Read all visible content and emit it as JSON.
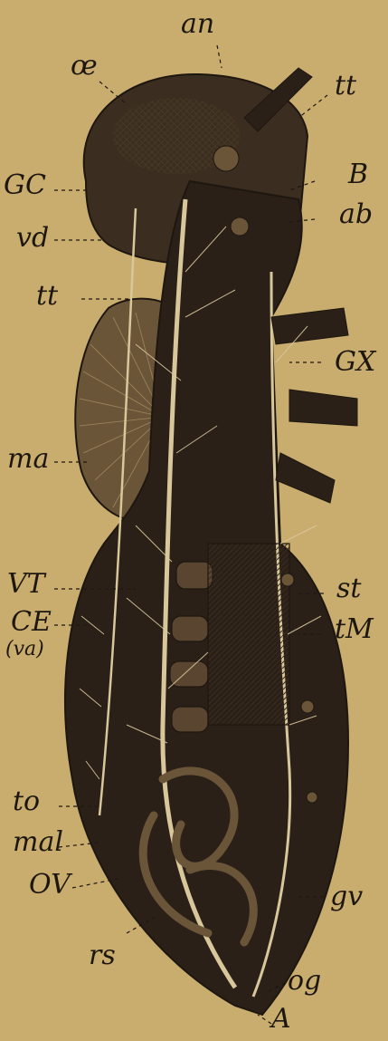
{
  "plate": {
    "background_color": "#c9ad6e",
    "ink_color": "#1e1710",
    "dark_color": "#2a2018",
    "mid_color": "#5a4630",
    "vessel_color": "#d8c79a",
    "labels": {
      "an": "an",
      "oe": "œ",
      "tt_top": "tt",
      "gc": "GC",
      "b": "B",
      "vd": "vd",
      "ab": "ab",
      "tt_left": "tt",
      "gx": "GX",
      "ma": "ma",
      "vt": "VT",
      "st": "st",
      "ce": "CE",
      "va": "(va)",
      "tm": "tM",
      "to": "to",
      "mal": "mal",
      "ov": "OV",
      "gv": "gv",
      "rs": "rs",
      "og": "og",
      "a": "A"
    }
  }
}
